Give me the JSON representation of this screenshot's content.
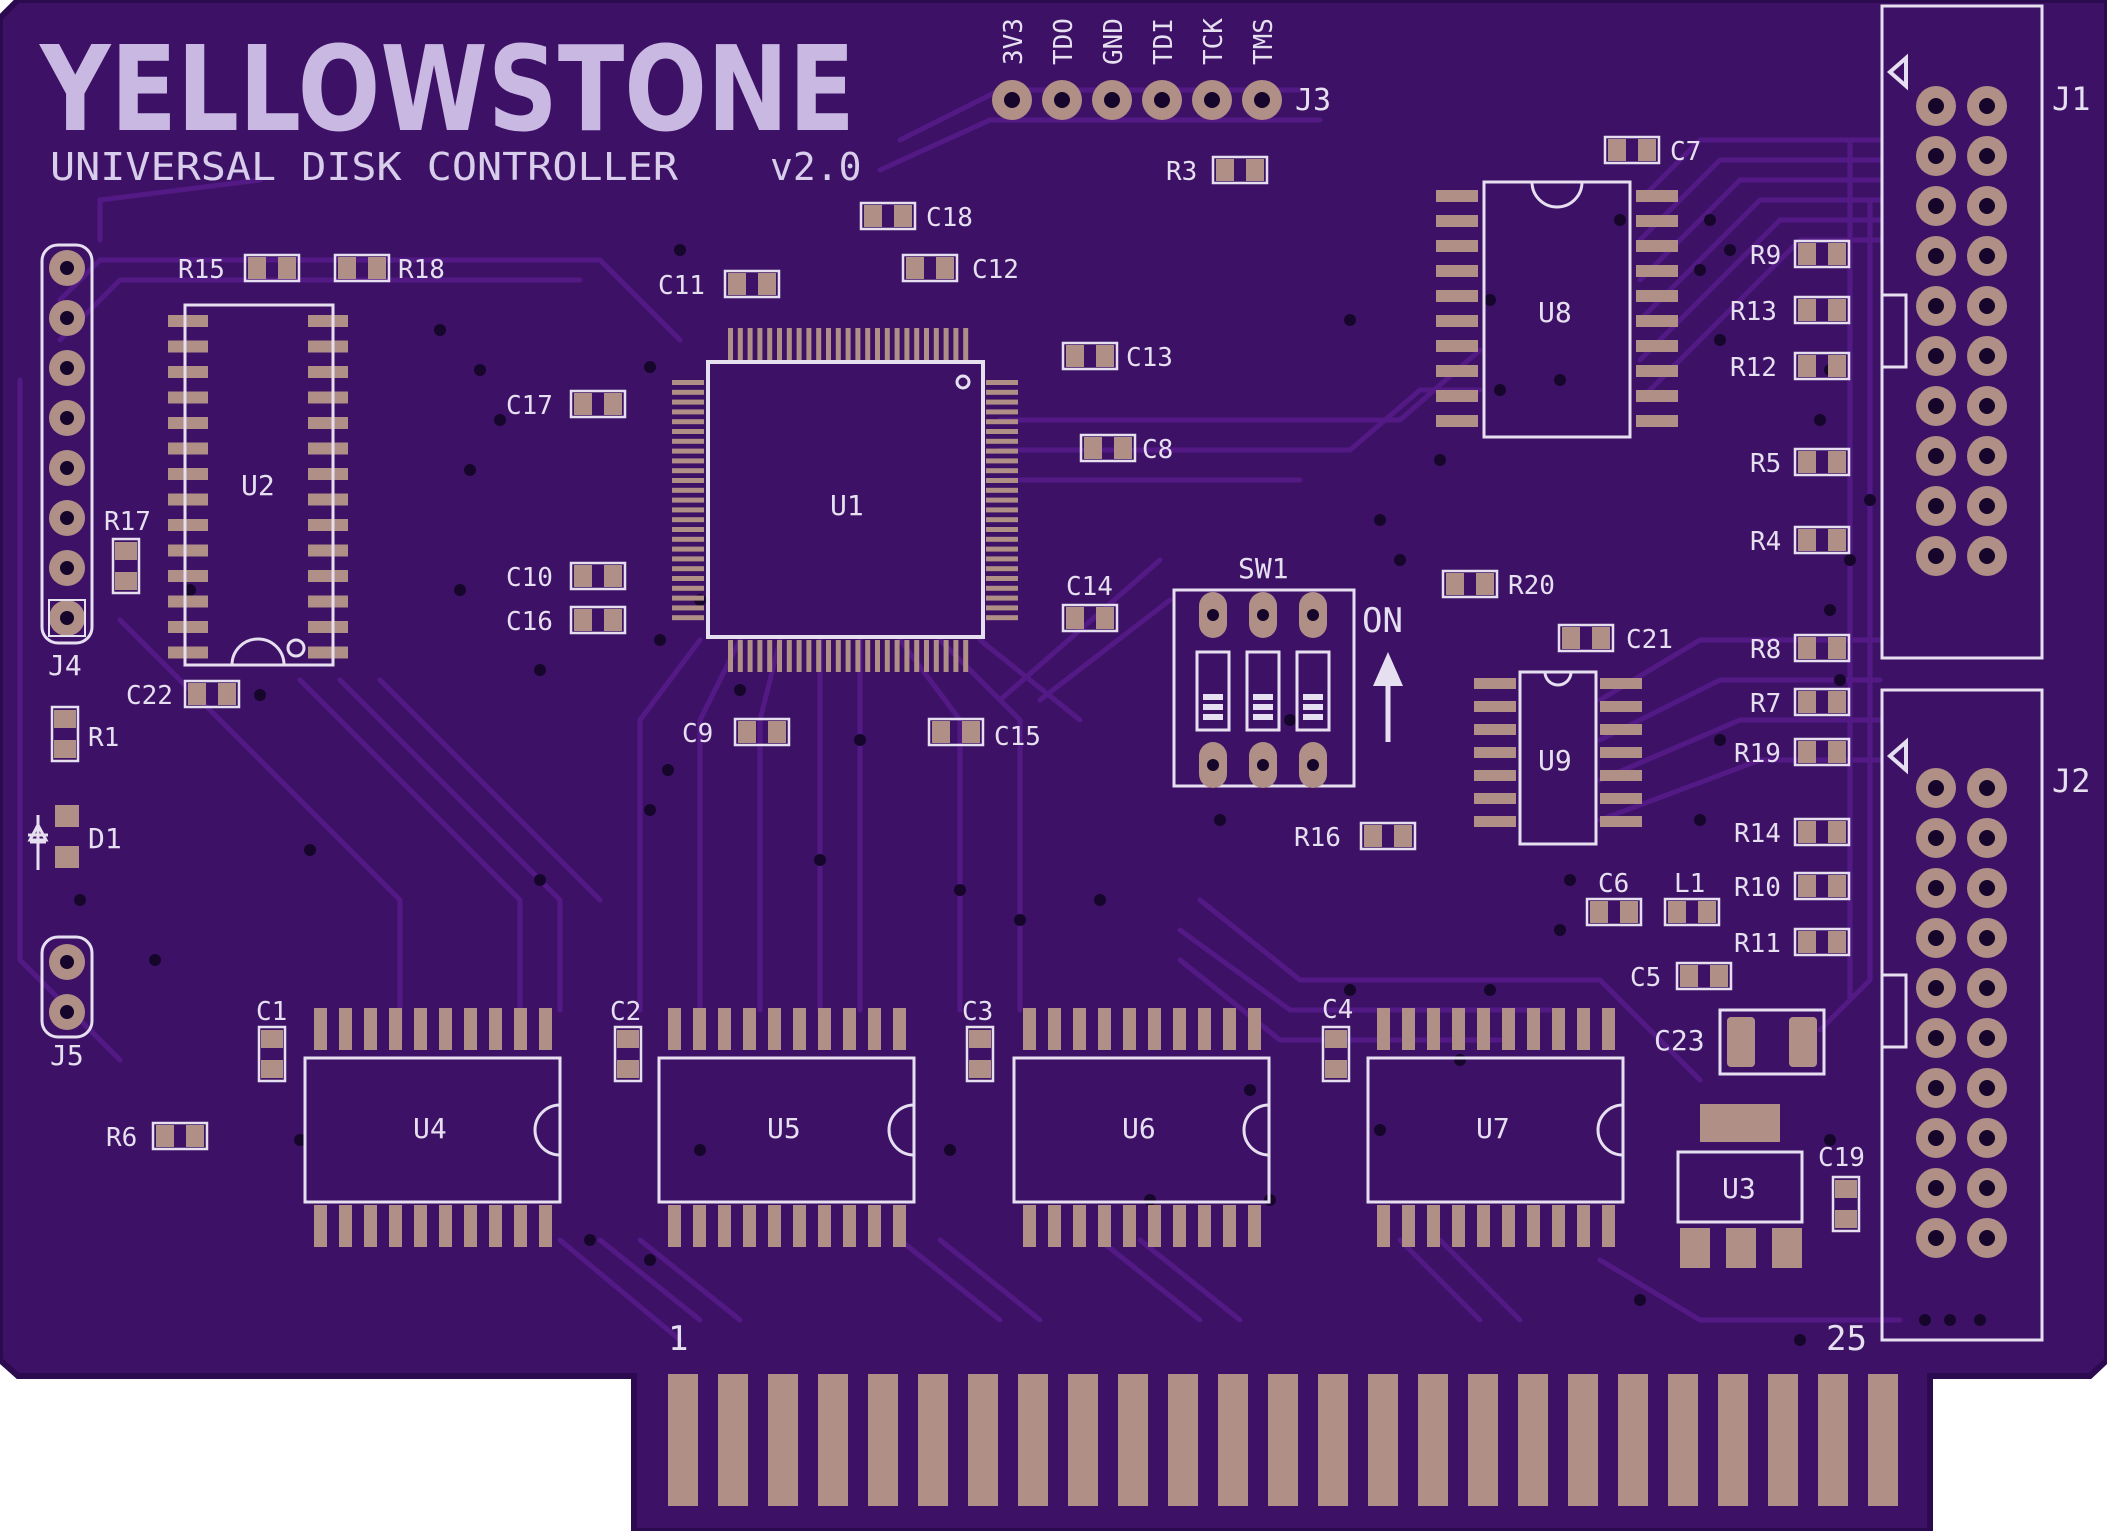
{
  "board": {
    "title": "YELLOWSTONE",
    "subtitle": "UNIVERSAL DISK CONTROLLER",
    "version": "v2.0",
    "colors": {
      "pcb": "#3d1266",
      "pcb_edge": "#2c0a4f",
      "trace": "#531a86",
      "pad": "#b08f86",
      "silk": "#e6dff0",
      "via": "#16062b"
    }
  },
  "jtag": {
    "ref": "J3",
    "pins": [
      "3V3",
      "TDO",
      "GND",
      "TDI",
      "TCK",
      "TMS"
    ]
  },
  "switch": {
    "ref": "SW1",
    "on_label": "ON"
  },
  "edge": {
    "first_pin": "1",
    "last_pin": "25"
  },
  "chips": {
    "U1": "U1",
    "U2": "U2",
    "U3": "U3",
    "U4": "U4",
    "U5": "U5",
    "U6": "U6",
    "U7": "U7",
    "U8": "U8",
    "U9": "U9"
  },
  "connectors": {
    "J1": "J1",
    "J2": "J2",
    "J4": "J4",
    "J5": "J5",
    "D1": "D1"
  },
  "passives": {
    "R1": "R1",
    "R3": "R3",
    "R4": "R4",
    "R5": "R5",
    "R6": "R6",
    "R7": "R7",
    "R8": "R8",
    "R9": "R9",
    "R10": "R10",
    "R11": "R11",
    "R12": "R12",
    "R13": "R13",
    "R14": "R14",
    "R15": "R15",
    "R16": "R16",
    "R17": "R17",
    "R18": "R18",
    "R19": "R19",
    "R20": "R20",
    "C1": "C1",
    "C2": "C2",
    "C3": "C3",
    "C4": "C4",
    "C5": "C5",
    "C6": "C6",
    "C7": "C7",
    "C8": "C8",
    "C9": "C9",
    "C10": "C10",
    "C11": "C11",
    "C12": "C12",
    "C13": "C13",
    "C14": "C14",
    "C15": "C15",
    "C16": "C16",
    "C17": "C17",
    "C18": "C18",
    "C19": "C19",
    "C21": "C21",
    "C22": "C22",
    "C23": "C23",
    "L1": "L1"
  }
}
